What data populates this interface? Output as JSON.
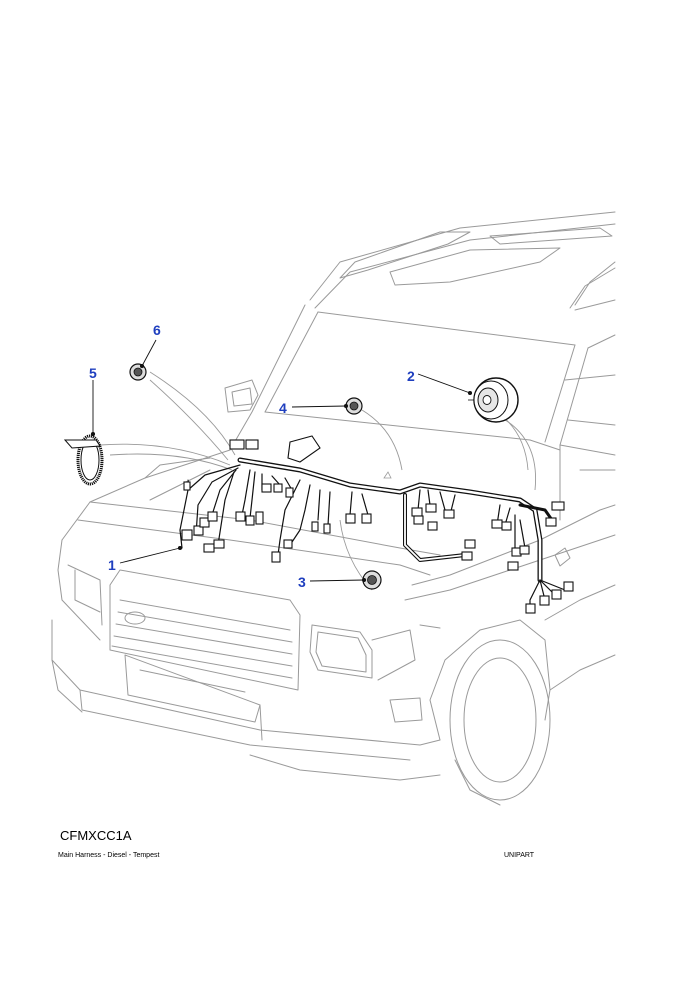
{
  "drawing": {
    "code": "CFMXCC1A",
    "caption": "Main Harness - Diesel - Tempest",
    "brand": "UNIPART"
  },
  "callouts": [
    {
      "id": "1",
      "label": "1"
    },
    {
      "id": "2",
      "label": "2"
    },
    {
      "id": "3",
      "label": "3"
    },
    {
      "id": "4",
      "label": "4"
    },
    {
      "id": "5",
      "label": "5"
    },
    {
      "id": "6",
      "label": "6"
    }
  ],
  "colors": {
    "callout": "#1f3fbf",
    "vehicle_line": "#9a9a9a",
    "harness": "#111111"
  }
}
